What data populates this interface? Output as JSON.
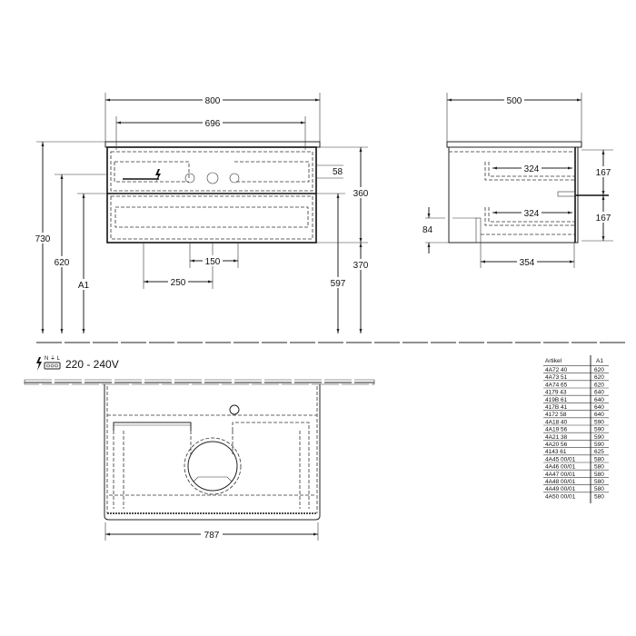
{
  "front_view": {
    "width_total": "800",
    "width_inner": "696",
    "height_total": "730",
    "height_620": "620",
    "height_a1": "A1",
    "drawer_offset": "58",
    "cabinet_height": "360",
    "floor_gap": "370",
    "drawer_floor": "597",
    "outlet_spacing": "150",
    "outlet_offset": "250"
  },
  "side_view": {
    "depth_total": "500",
    "drawer_depth_top": "324",
    "drawer_depth_bottom": "324",
    "drawer_height_top": "167",
    "drawer_height_bottom": "167",
    "siphon_height": "84",
    "inner_depth": "354"
  },
  "electrical": {
    "icon": "lightning-icon",
    "terminal_labels": "N ⏚ L",
    "voltage": "220 - 240V"
  },
  "plan_view": {
    "width": "787"
  },
  "table": {
    "headers": [
      "Artikel",
      "A1"
    ],
    "rows": [
      [
        "4A72 40",
        "620"
      ],
      [
        "4A73 51",
        "620"
      ],
      [
        "4A74 65",
        "620"
      ],
      [
        "4179 43",
        "640"
      ],
      [
        "419B 61",
        "640"
      ],
      [
        "417B 41",
        "640"
      ],
      [
        "4172 58",
        "640"
      ],
      [
        "4A18 40",
        "590"
      ],
      [
        "4A19 56",
        "590"
      ],
      [
        "4A21 38",
        "590"
      ],
      [
        "4A20 56",
        "590"
      ],
      [
        "4143 61",
        "625"
      ],
      [
        "4A45 00/01",
        "580"
      ],
      [
        "4A46 00/01",
        "580"
      ],
      [
        "4A47 00/01",
        "580"
      ],
      [
        "4A48 00/01",
        "580"
      ],
      [
        "4A49 00/01",
        "580"
      ],
      [
        "4A50 00/01",
        "580"
      ]
    ]
  }
}
